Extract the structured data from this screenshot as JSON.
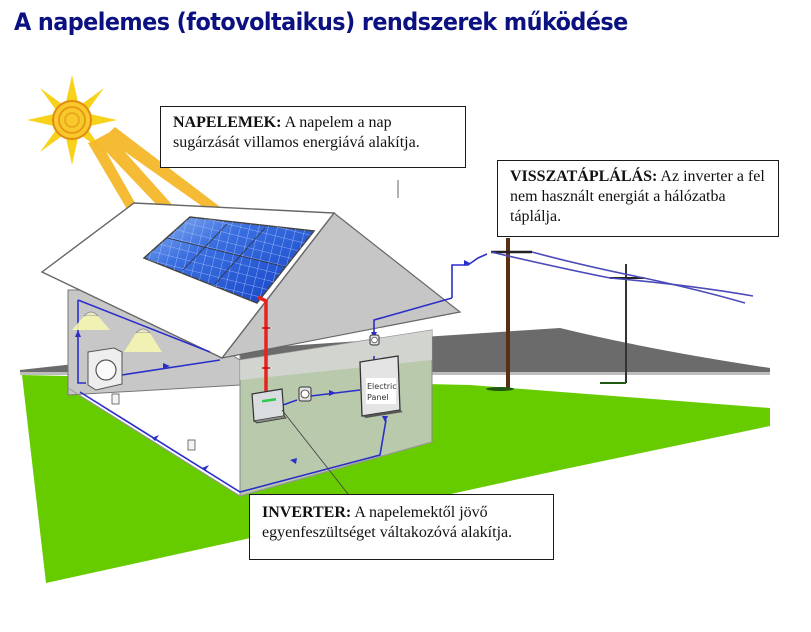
{
  "title": "A napelemes (fotovoltaikus) rendszerek működése",
  "callouts": {
    "panels": {
      "heading": "NAPELEMEK:",
      "text": " A napelem a nap sugárzását villamos energiává alakítja."
    },
    "feed_in": {
      "heading": "VISSZATÁPLÁLÁS:",
      "text": " Az inverter a fel nem használt energiát a hálózatba táplálja."
    },
    "inverter": {
      "heading": "INVERTER:",
      "text": " A napelemektől jövő egyenfeszültséget váltakozóvá alakítja."
    }
  },
  "illustration": {
    "electric_panel_label_line1": "Electric",
    "electric_panel_label_line2": "Panel",
    "icons": [
      "sun-icon",
      "solar-panel-icon",
      "house-icon",
      "inverter-icon",
      "meter-icon",
      "electric-panel-icon",
      "utility-pole-icon",
      "power-line-icon",
      "ceiling-lamp-icon",
      "air-conditioner-icon",
      "wall-outlet-icon"
    ]
  },
  "colors": {
    "title": "#0b1180",
    "grass": "#66cc00",
    "wire_dc": "#e8231e",
    "wire_ac": "#2b2fc8",
    "panel_blue": "#1f55d6",
    "sun": "#f7d21a",
    "hill": "#6b6b6b"
  }
}
